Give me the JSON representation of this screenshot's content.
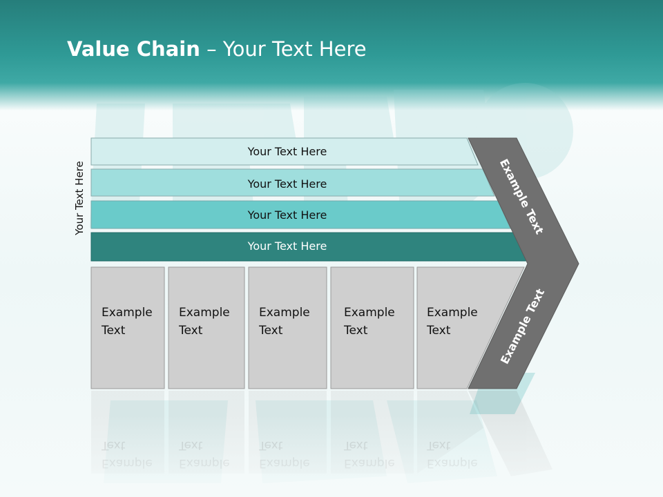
{
  "slide": {
    "title_bold": "Value Chain",
    "title_rest": " – Your Text Here",
    "side_label": "Your Text Here"
  },
  "bars": [
    {
      "label": "Your Text Here",
      "color": "#d3eeee"
    },
    {
      "label": "Your Text Here",
      "color": "#9fdedd"
    },
    {
      "label": "Your Text Here",
      "color": "#6acbca"
    },
    {
      "label": "Your Text Here",
      "color": "#2f847e"
    }
  ],
  "cells": [
    {
      "text": "Example\nText"
    },
    {
      "text": "Example\nText"
    },
    {
      "text": "Example\nText"
    },
    {
      "text": "Example\nText"
    },
    {
      "text": "Example\nText"
    }
  ],
  "chevron": {
    "upper_text": "Example Text",
    "lower_text": "Example Text",
    "color": "#707070"
  },
  "colors": {
    "header": "#2f9a96",
    "cell_fill": "#cfcfcf"
  }
}
